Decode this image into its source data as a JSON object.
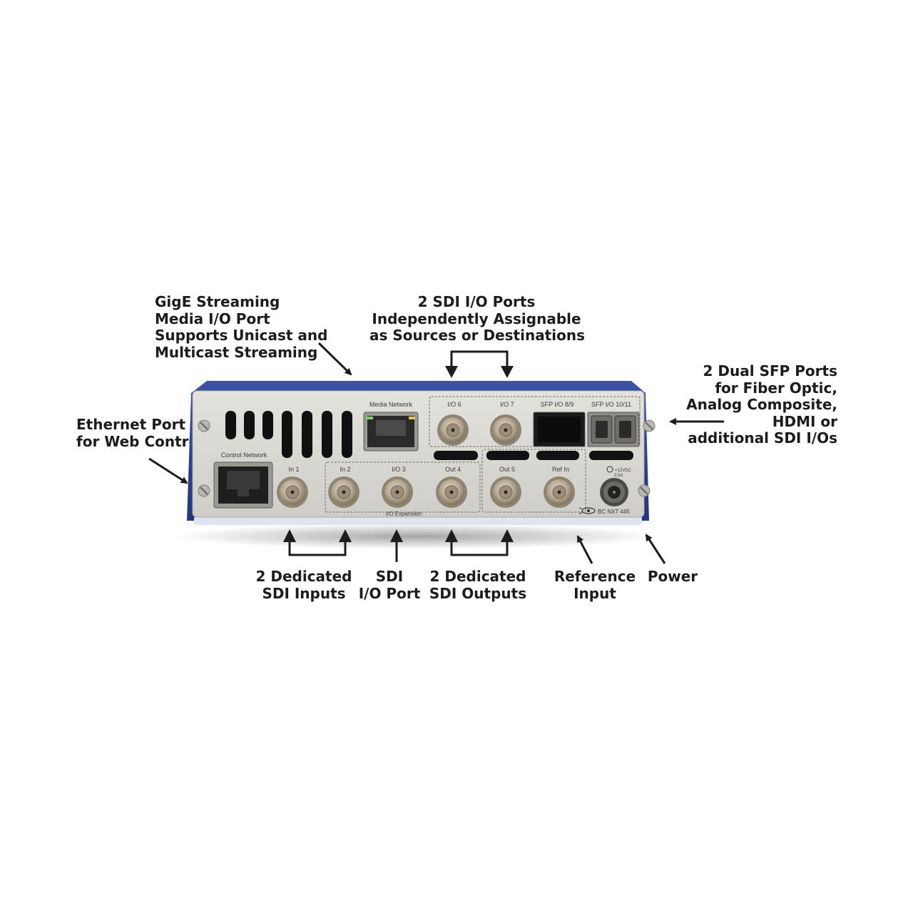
{
  "callouts": {
    "gige": [
      "GigE Streaming",
      "Media I/O Port",
      "Supports Unicast and",
      "Multicast Streaming"
    ],
    "sdi_io_ports": [
      "2 SDI I/O Ports",
      "Independently Assignable",
      "as Sources or Destinations"
    ],
    "sfp": [
      "2 Dual SFP Ports",
      "for Fiber Optic,",
      "Analog Composite,",
      "HDMI or",
      "additional SDI I/Os"
    ],
    "ethernet": [
      "Ethernet Port",
      "for Web Control"
    ],
    "dedicated_inputs": [
      "2 Dedicated",
      "SDI Inputs"
    ],
    "sdi_io_port": [
      "SDI",
      "I/O Port"
    ],
    "dedicated_outputs": [
      "2 Dedicated",
      "SDI Outputs"
    ],
    "reference": [
      "Reference",
      "Input"
    ],
    "power": [
      "Power"
    ]
  },
  "device": {
    "labels": {
      "control_network": "Control Network",
      "media_network": "Media Network",
      "io_expansion": "I/O Expansion",
      "power_spec": "+12VDC",
      "power_amps": "2.5A",
      "brand": "BC NXT 445"
    },
    "top_ports": [
      "I/O 6",
      "I/O 7"
    ],
    "sfp_ports": [
      "SFP I/O 8/9",
      "SFP I/O 10/11"
    ],
    "bottom_ports": [
      "In 1",
      "In 2",
      "I/O 3",
      "Out 4",
      "Out 5",
      "Ref In"
    ]
  },
  "colors": {
    "chassis_blue": "#2c3f8e",
    "panel": "#d9d7d2",
    "bnc_gold": "#b8a992",
    "text": "#1c1c1c",
    "arrow": "#1c1c1c"
  }
}
